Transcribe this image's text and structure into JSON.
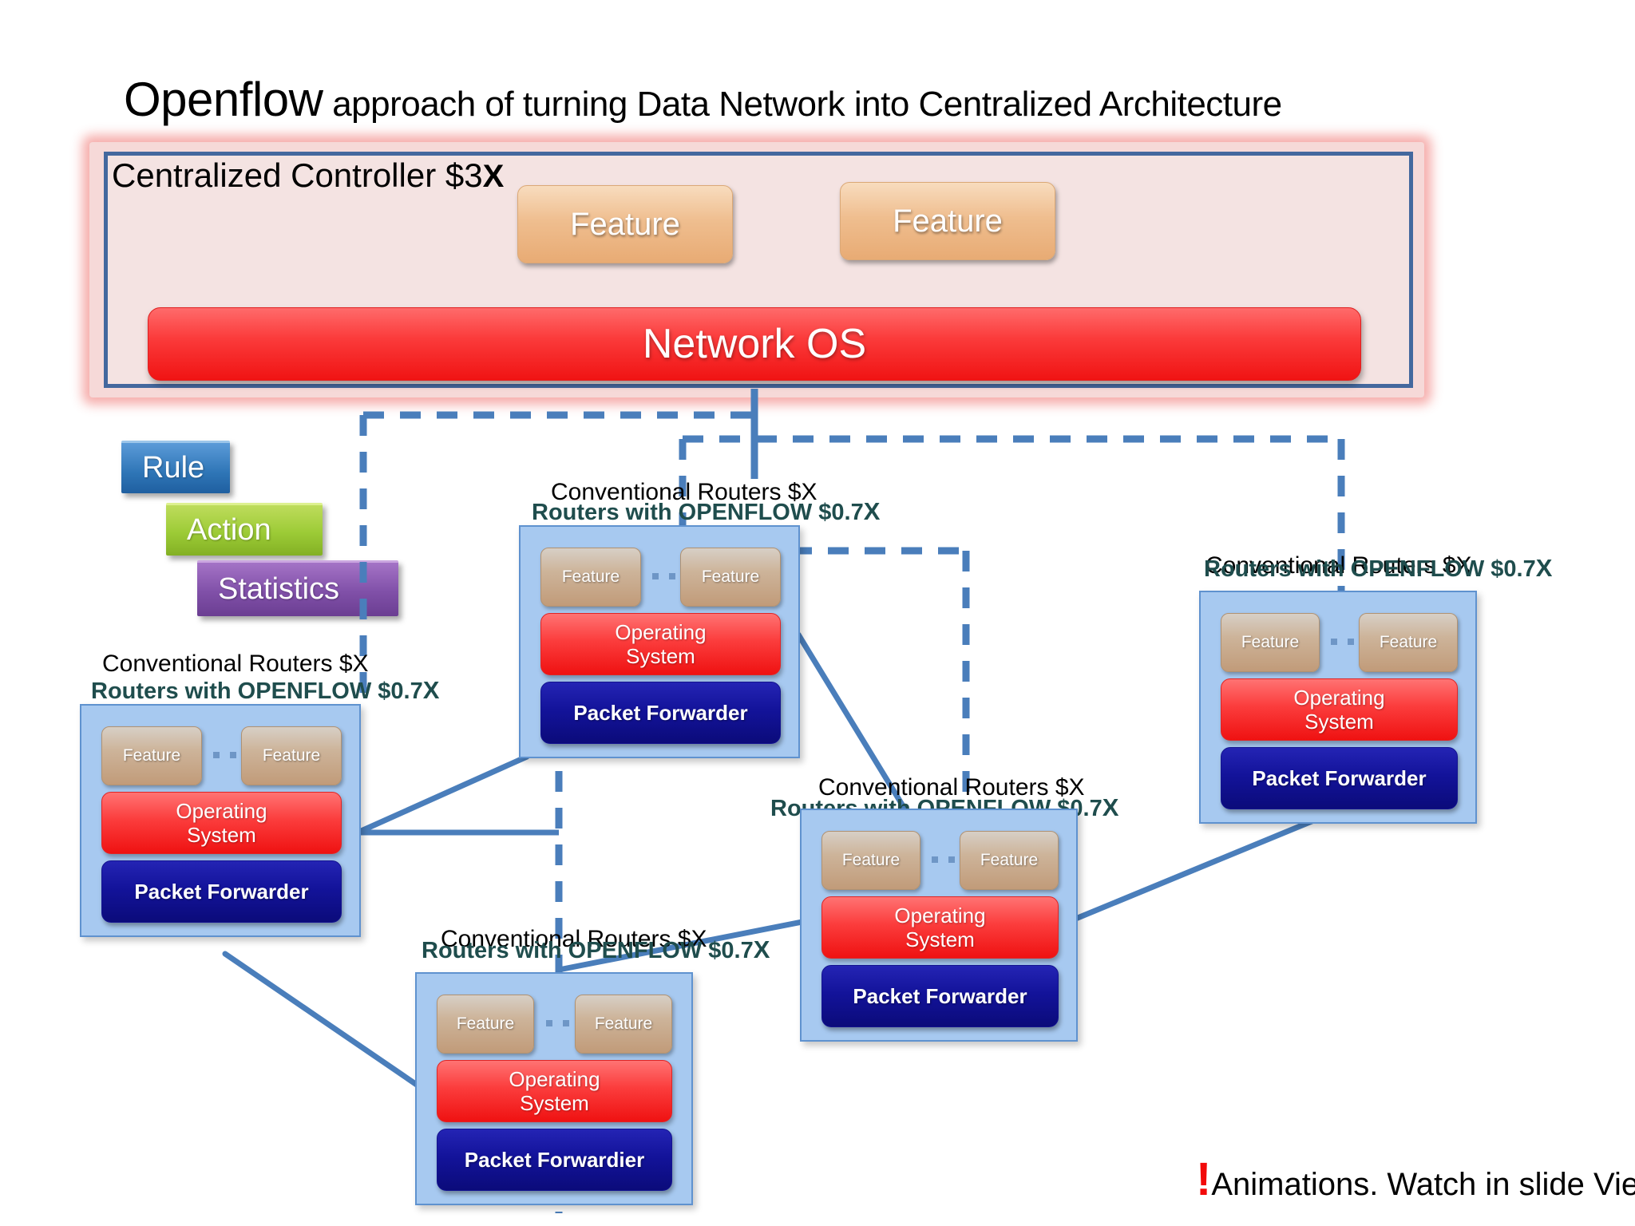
{
  "title": {
    "emphasis": "Openflow",
    "rest": " approach of turning Data Network into Centralized Architecture"
  },
  "controller": {
    "label": "Centralized Controller $3",
    "label_suffix": "X",
    "features": [
      "Feature",
      "Feature"
    ],
    "network_os": "Network OS",
    "border_color": "#44689e",
    "fill_color": "#f4e3e2",
    "glow_color": "#f4a09e"
  },
  "flow_entry": {
    "rule": "Rule",
    "action": "Action",
    "statistics": "Statistics",
    "rule_color": "#2e75b6",
    "action_color": "#9ccb36",
    "statistics_color": "#8050a8"
  },
  "router_label": {
    "line1": "Conventional Routers $X",
    "line2_prefix": "Routers with OPENFLOW $0.7",
    "line2_suffix": "X",
    "line1_color": "#000000",
    "line2_color": "#1f4d4d"
  },
  "routers": [
    {
      "id": "router-left",
      "features": [
        "Feature",
        "Feature"
      ],
      "os": "Operating\nSystem",
      "os_line1": "Operating",
      "os_line2": "System",
      "forwarder": "Packet Forwarder"
    },
    {
      "id": "router-top-center",
      "features": [
        "Feature",
        "Feature"
      ],
      "os_line1": "Operating",
      "os_line2": "System",
      "forwarder": "Packet Forwarder"
    },
    {
      "id": "router-bottom-center",
      "features": [
        "Feature",
        "Feature"
      ],
      "os_line1": "Operating",
      "os_line2": "System",
      "forwarder": "Packet Forwardier"
    },
    {
      "id": "router-center-right",
      "features": [
        "Feature",
        "Feature"
      ],
      "os_line1": "Operating",
      "os_line2": "System",
      "forwarder": "Packet Forwarder"
    },
    {
      "id": "router-right",
      "features": [
        "Feature",
        "Feature"
      ],
      "os_line1": "Operating",
      "os_line2": "System",
      "forwarder": "Packet Forwarder"
    }
  ],
  "footnote": {
    "bang": "!",
    "text": "Animations. Watch in slide View",
    "bang_color": "#f20a0a"
  },
  "line_colors": {
    "control_dashed": "#4a7ebb",
    "data_solid": "#4a7ebb"
  }
}
